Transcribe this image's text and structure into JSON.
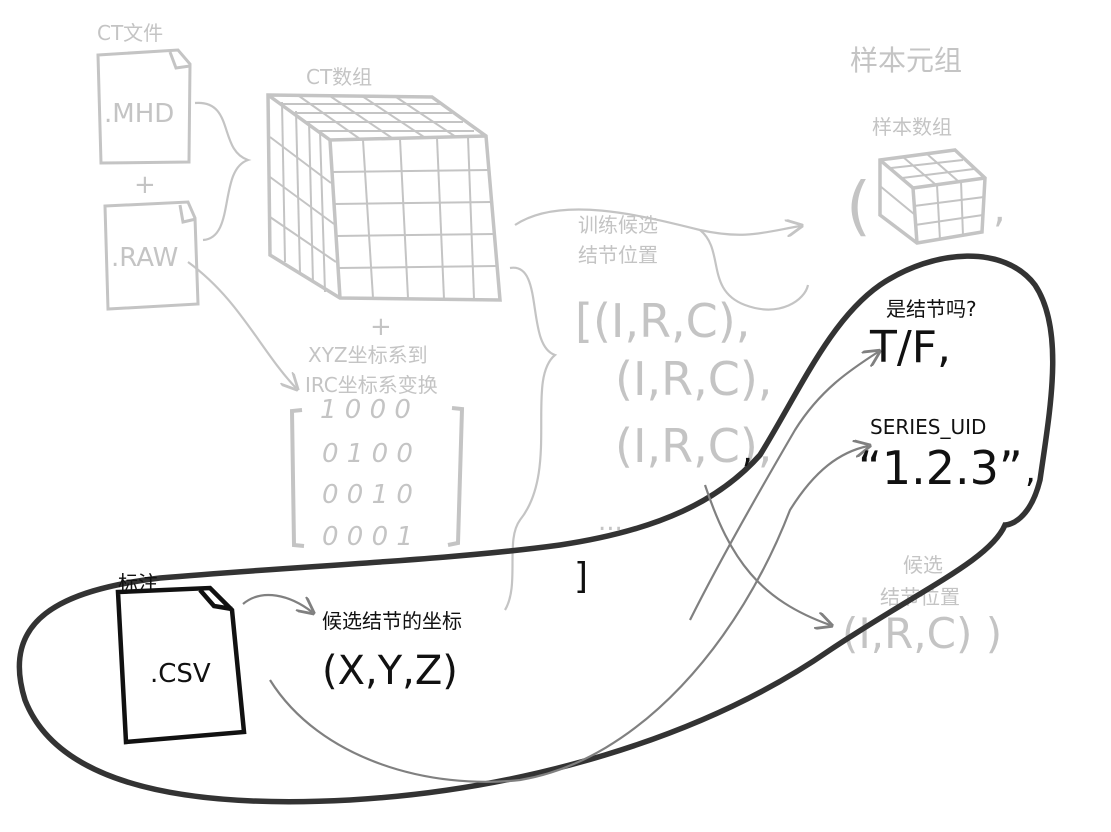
{
  "labels": {
    "ct_file": "CT文件",
    "mhd": ".MHD",
    "plus1": "+",
    "raw": ".RAW",
    "ct_array": "CT数组",
    "plus2": "+",
    "xyz_line1": "XYZ坐标系到",
    "xyz_line2": "IRC坐标系变换",
    "matrix_rows": [
      "1 0 0 0",
      "0 1 0 0",
      "0 0 1 0",
      "0 0 0 1"
    ],
    "plus3": "+",
    "annotation": "标注",
    "csv": ".CSV",
    "candidate_coords": "候选结节的坐标",
    "xyz_tuple": "(X,Y,Z)",
    "train_line1": "训练候选",
    "train_line2": "结节位置",
    "irc_list": [
      "[(I,R,C),",
      "(I,R,C),",
      "(I,R,C),",
      "...",
      "]"
    ],
    "sample_tuple": "样本元组",
    "sample_array": "样本数组",
    "open_paren": "(",
    "comma1": ",",
    "is_nodule": "是结节吗?",
    "tf": "T/F,",
    "series_uid_label": "SERIES_UID",
    "series_uid_value": "“1.2.3”",
    "comma2": ",",
    "candidate_pos_line1": "候选",
    "candidate_pos_line2": "结节位置",
    "candidate_pos_value": "(I,R,C) )"
  }
}
